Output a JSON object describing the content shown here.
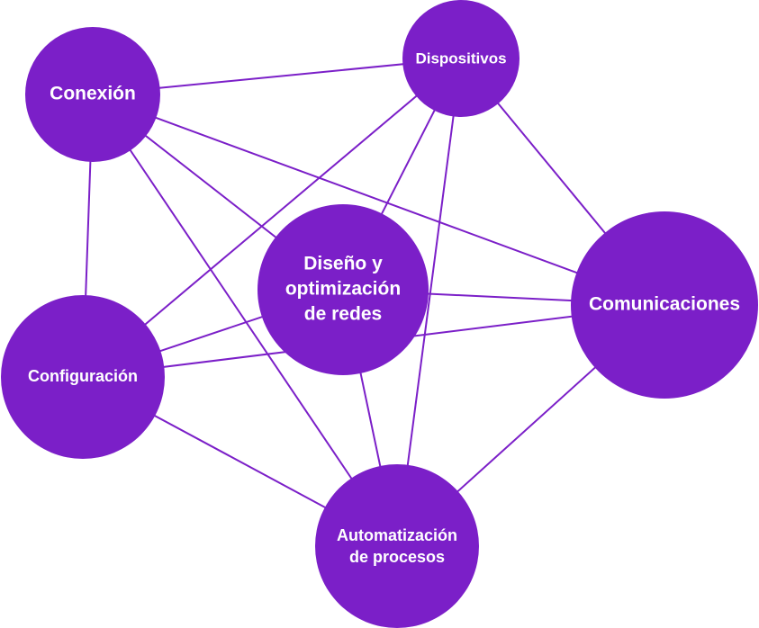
{
  "colors": {
    "node": "#7B1FC8",
    "edge": "#7B1FC8",
    "text": "#ffffff"
  },
  "nodes": {
    "conexion": {
      "label": "Conexión"
    },
    "dispositivos": {
      "label": "Dispositivos"
    },
    "diseno": {
      "label_lines": [
        "Diseño y",
        "optimización",
        "de redes"
      ]
    },
    "comunicaciones": {
      "label": "Comunicaciones"
    },
    "configuracion": {
      "label": "Configuración"
    },
    "automatizacion": {
      "label_lines": [
        "Automatización",
        "de procesos"
      ]
    }
  },
  "edges": [
    [
      "conexion",
      "dispositivos"
    ],
    [
      "conexion",
      "diseno"
    ],
    [
      "conexion",
      "comunicaciones"
    ],
    [
      "conexion",
      "configuracion"
    ],
    [
      "conexion",
      "automatizacion"
    ],
    [
      "dispositivos",
      "diseno"
    ],
    [
      "dispositivos",
      "comunicaciones"
    ],
    [
      "dispositivos",
      "configuracion"
    ],
    [
      "dispositivos",
      "automatizacion"
    ],
    [
      "diseno",
      "comunicaciones"
    ],
    [
      "diseno",
      "configuracion"
    ],
    [
      "diseno",
      "automatizacion"
    ],
    [
      "comunicaciones",
      "configuracion"
    ],
    [
      "comunicaciones",
      "automatizacion"
    ],
    [
      "configuracion",
      "automatizacion"
    ]
  ]
}
